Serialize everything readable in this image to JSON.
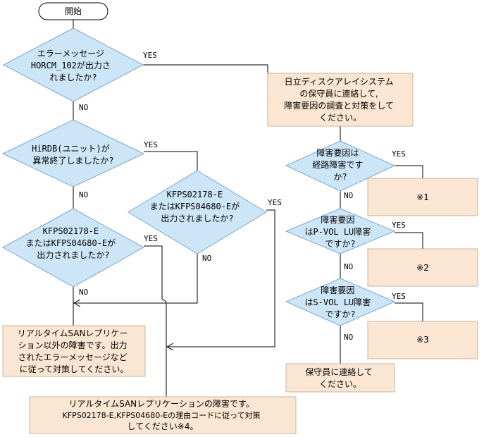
{
  "colors": {
    "diamond": "#cde6f7",
    "box": "#fbe6d3",
    "stroke": "#7da7c9",
    "line": "#000000"
  },
  "flowchart": {
    "start": "開始",
    "yes": "YES",
    "no": "NO",
    "q1": [
      "エラーメッセージ",
      "HORCM_102が出力さ",
      "れましたか?"
    ],
    "q2": [
      "HiRDB(ユニット)が",
      "異常終了しましたか?"
    ],
    "q3": [
      "KFPS02178-E",
      "またはKFPS04680-Eが",
      "出力されましたか?"
    ],
    "q4": [
      "KFPS02178-E",
      "またはKFPS04680-Eが",
      "出力されましたか?"
    ],
    "q5": [
      "障害要因は",
      "経路障害です",
      "か?"
    ],
    "q6": [
      "障害要因",
      "はP-VOL LU障害",
      "ですか?"
    ],
    "q7": [
      "障害要因",
      "はS-VOL LU障害",
      "ですか?"
    ],
    "box_hitachi": [
      "日立ディスクアレイシステム",
      "の保守員に連絡して,",
      "障害要因の調査と対策をして",
      "ください。"
    ],
    "box_note1": "※1",
    "box_note2": "※2",
    "box_note3": "※3",
    "box_maint": [
      "保守員に連絡して",
      "ください。"
    ],
    "box_other": [
      "リアルタイムSANレプリケー",
      "ション以外の障害です。出力",
      "されたエラーメッセージなど",
      "に従って対策してください。"
    ],
    "box_rtsan": [
      "リアルタイムSANレプリケーションの障害です。",
      "KFPS02178-E,KFPS04680-Eの理由コードに従って対策",
      "してください※4。"
    ]
  }
}
